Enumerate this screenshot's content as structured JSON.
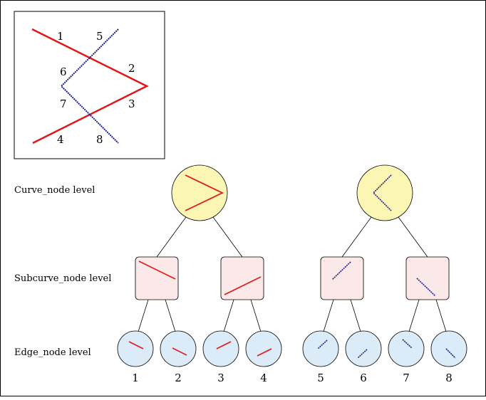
{
  "inset": {
    "labels": [
      "1",
      "5",
      "6",
      "2",
      "7",
      "3",
      "4",
      "8"
    ]
  },
  "levels": {
    "curve": "Curve_node level",
    "subcurve": "Subcurve_node level",
    "edge": "Edge_node level"
  },
  "edge_labels": [
    "1",
    "2",
    "3",
    "4",
    "5",
    "6",
    "7",
    "8"
  ],
  "colors": {
    "red_curve": "#e01818",
    "blue_curve": "#1a1a8a",
    "curve_node_fill": "#fbf6b4",
    "subcurve_node_fill": "#fbe9e9",
    "edge_node_fill": "#dcebf8"
  }
}
